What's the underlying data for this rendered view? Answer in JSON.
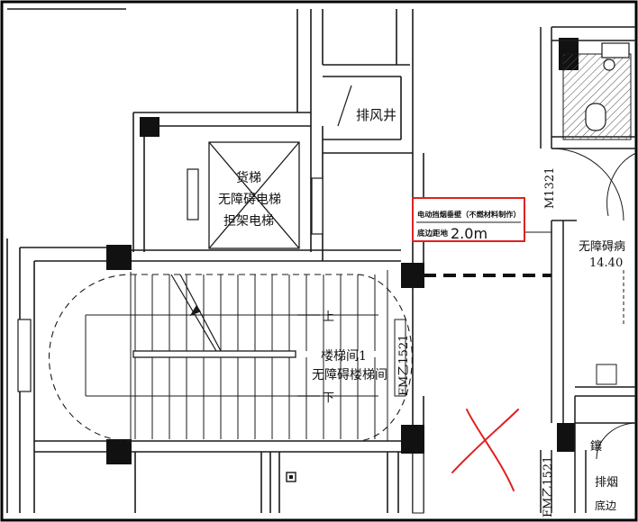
{
  "colors": {
    "background": "#ffffff",
    "line": "#1a1a1a",
    "wall_fill": "#111111",
    "annotation_red": "#e02020",
    "frame": "#000000"
  },
  "labels": {
    "exhaust_shaft": "排风井",
    "elevator_line1": "货梯",
    "elevator_line2": "无障碍电梯",
    "elevator_line3": "担架电梯",
    "stair_name": "楼梯间1",
    "stair_type": "无障碍楼梯间",
    "stair_up": "上",
    "stair_down": "下",
    "door_m1321": "M1321",
    "door_fm_top": "FM乙1521",
    "door_fm_bottom": "FM乙1521",
    "room_name": "无障碍病",
    "room_area": "14.40",
    "right_partial_top": "鑲",
    "right_partial_mid": "排烟",
    "right_partial_bot": "底边"
  },
  "annotation": {
    "line1": "电动挡烟垂壁（不燃材料制作）",
    "line2_prefix": "底边距地",
    "line2_value": "2.0m"
  }
}
